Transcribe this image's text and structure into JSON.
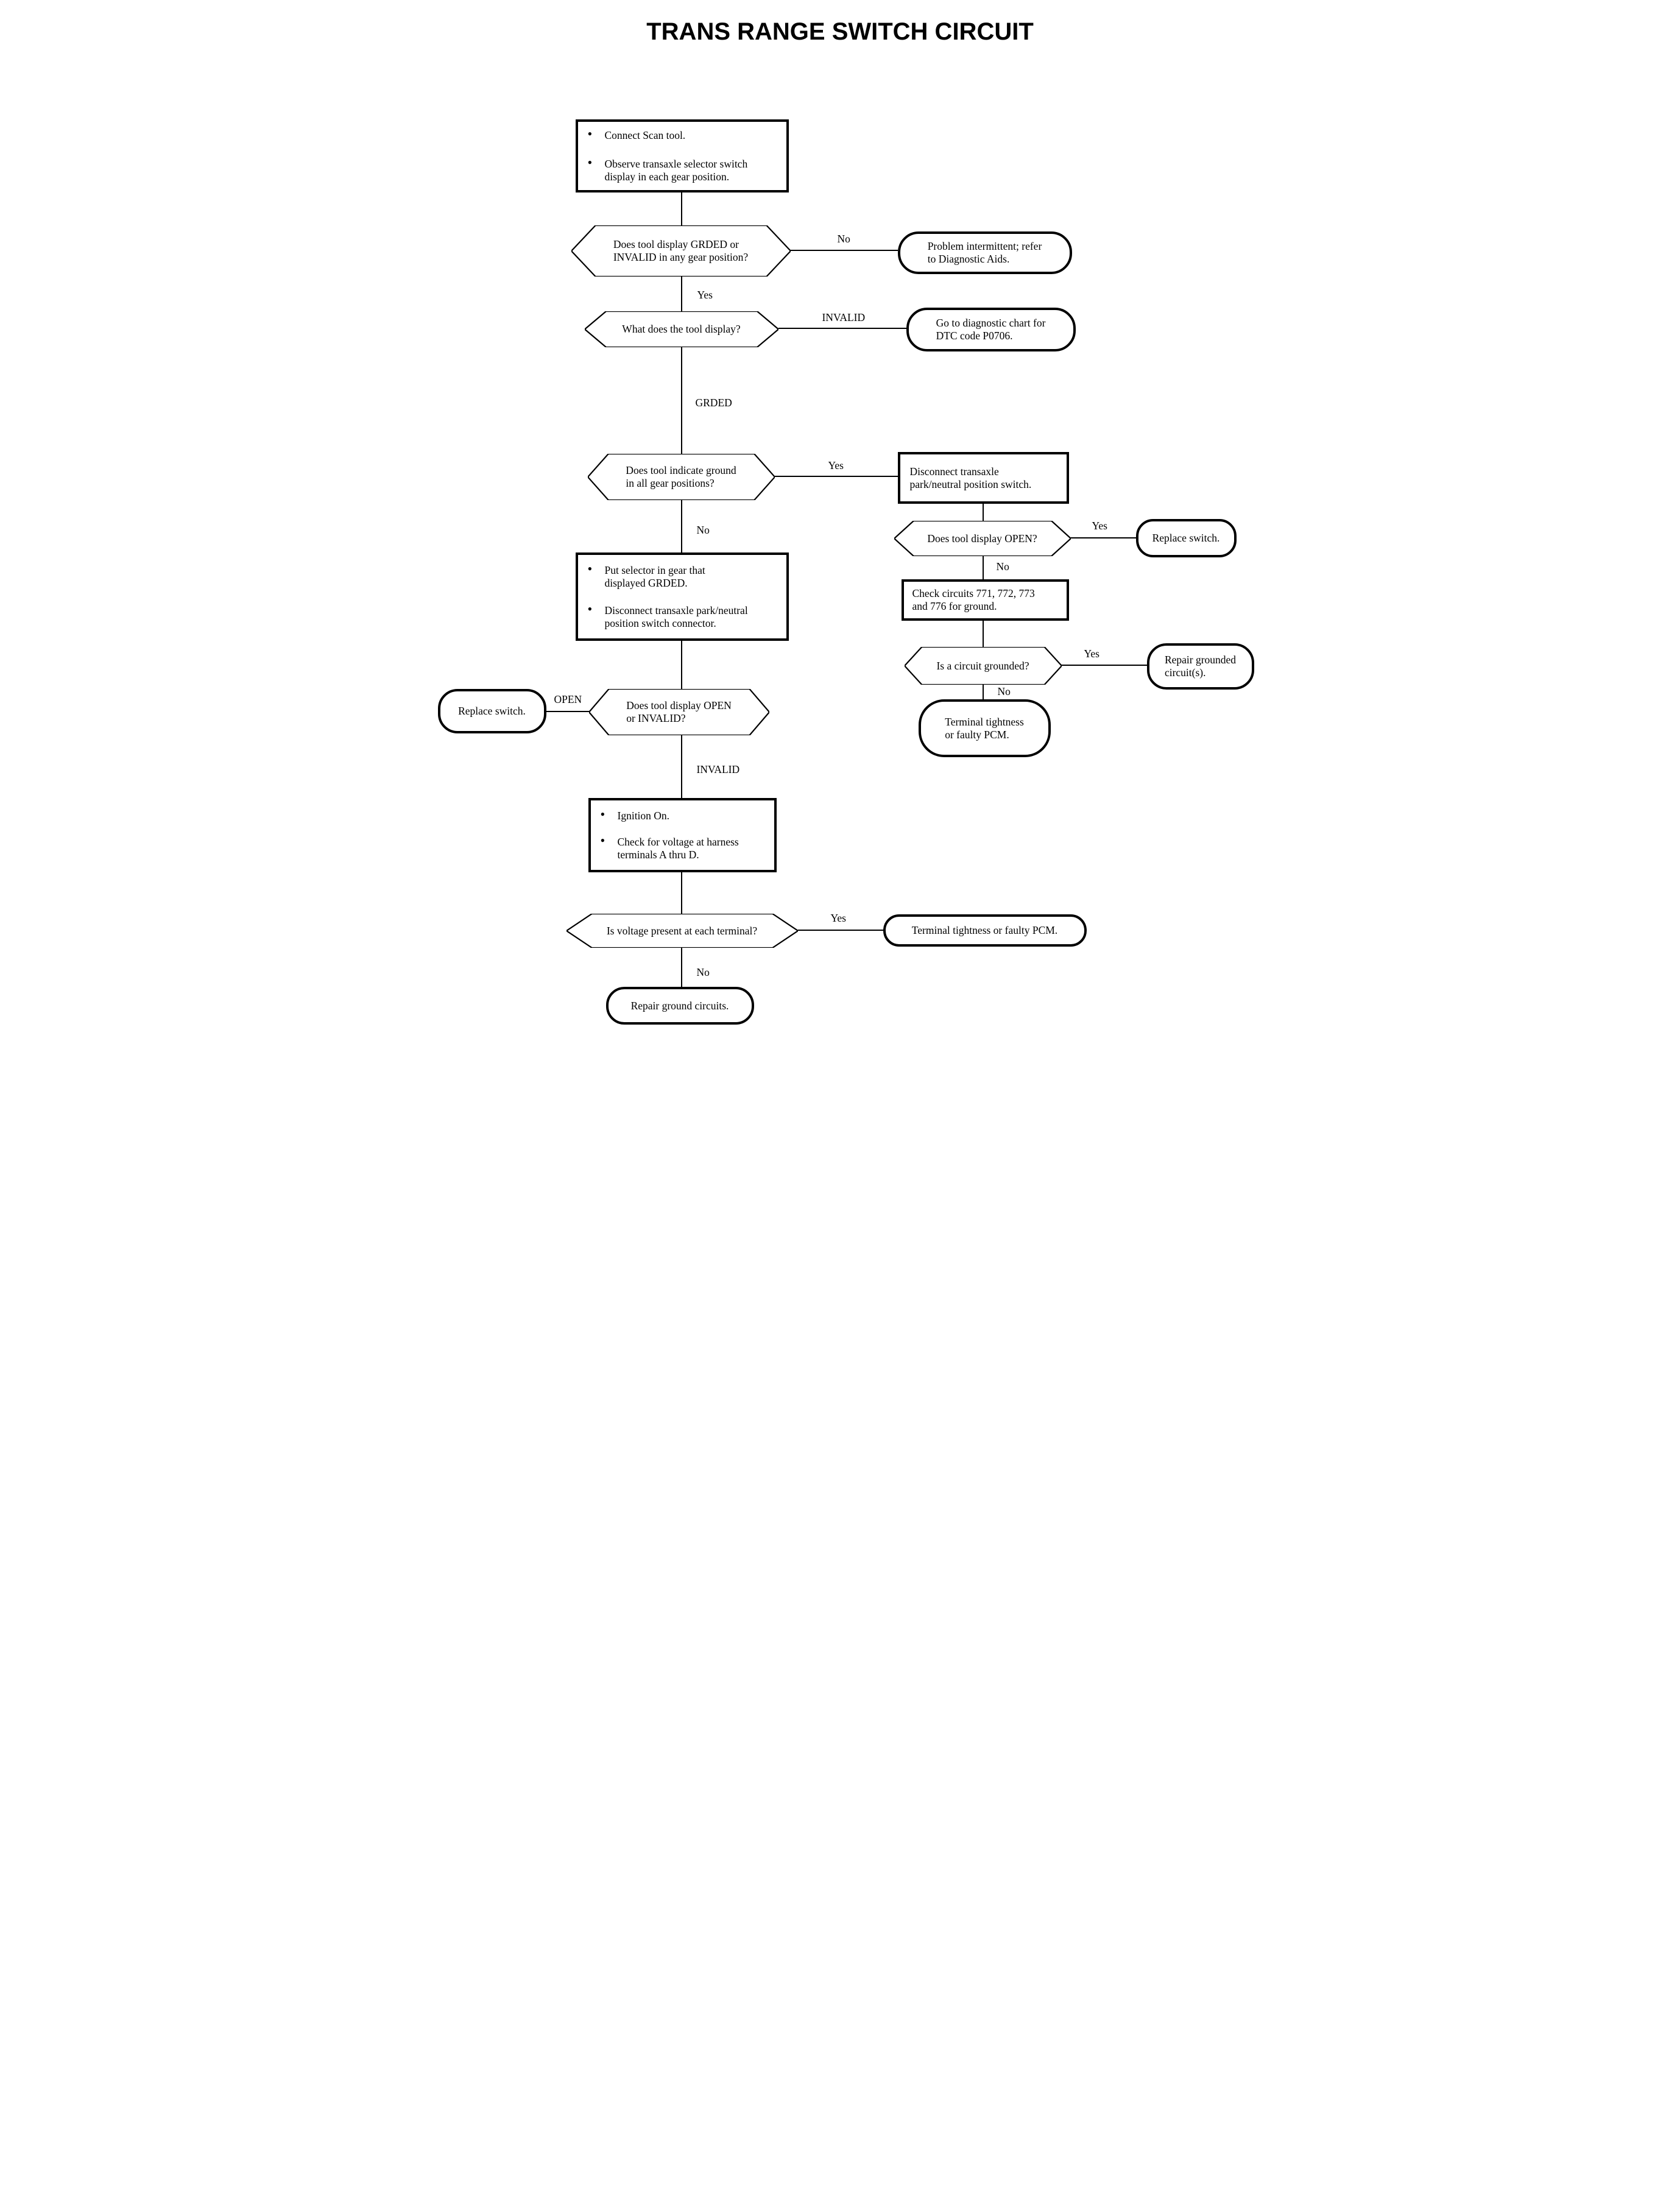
{
  "title": "TRANS RANGE SWITCH CIRCUIT",
  "colors": {
    "line": "#000000",
    "background": "#ffffff",
    "text": "#000000"
  },
  "nodes": {
    "step1": {
      "bullets": [
        "Connect Scan tool.",
        "Observe transaxle selector switch\ndisplay in each gear position."
      ]
    },
    "q1": {
      "text": "Does tool display GRDED or\nINVALID in any gear position?"
    },
    "end_intermittent": {
      "text": "Problem intermittent; refer\nto Diagnostic Aids."
    },
    "q2": {
      "text": "What does the tool display?"
    },
    "end_p0706": {
      "text": "Go to diagnostic chart for\nDTC code P0706."
    },
    "q3": {
      "text": "Does tool indicate ground\nin all gear positions?"
    },
    "step2": {
      "text": "Disconnect transaxle\npark/neutral position switch."
    },
    "q4": {
      "text": "Does tool display OPEN?"
    },
    "end_replace_switch_right": {
      "text": "Replace switch."
    },
    "step3": {
      "text": "Check circuits 771, 772, 773\nand 776 for ground."
    },
    "q5": {
      "text": "Is a circuit grounded?"
    },
    "end_repair_grounded": {
      "text": "Repair grounded\ncircuit(s)."
    },
    "end_terminal_pcm_1": {
      "text": "Terminal tightness\nor faulty PCM."
    },
    "step4": {
      "bullets": [
        "Put selector in gear that\ndisplayed GRDED.",
        "Disconnect transaxle park/neutral\nposition switch connector."
      ]
    },
    "q6": {
      "text": "Does tool display OPEN\nor INVALID?"
    },
    "end_replace_switch_left": {
      "text": "Replace switch."
    },
    "step5": {
      "bullets": [
        "Ignition On.",
        "Check for voltage at harness\nterminals A thru D."
      ]
    },
    "q7": {
      "text": "Is voltage present at each terminal?"
    },
    "end_terminal_pcm_2": {
      "text": "Terminal tightness or faulty PCM."
    },
    "end_repair_ground": {
      "text": "Repair ground circuits."
    }
  },
  "labels": {
    "no1": "No",
    "yes1": "Yes",
    "invalid1": "INVALID",
    "grded": "GRDED",
    "yes2": "Yes",
    "no2": "No",
    "yes3": "Yes",
    "no3": "No",
    "yes4": "Yes",
    "no4": "No",
    "open": "OPEN",
    "invalid2": "INVALID",
    "yes5": "Yes",
    "no5": "No"
  }
}
